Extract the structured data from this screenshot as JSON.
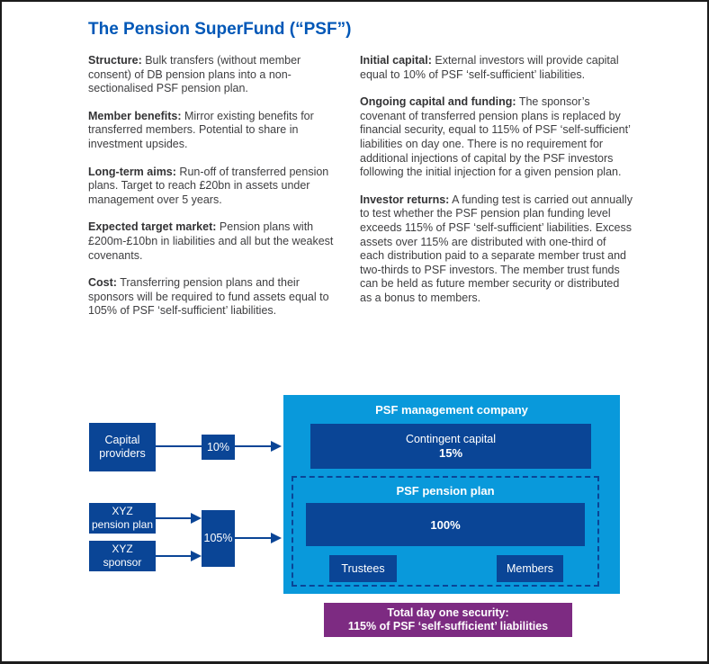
{
  "page": {
    "title": "The Pension SuperFund (“PSF”)"
  },
  "colors": {
    "title_blue": "#0057b7",
    "light_blue": "#0999db",
    "dark_blue": "#0a4596",
    "purple": "#7d2b82",
    "body_text": "#3e3e40"
  },
  "left_column": [
    {
      "label": "Structure:",
      "text": "Bulk transfers (without member consent) of DB pension plans into a non-sectionalised PSF pension plan."
    },
    {
      "label": "Member benefits:",
      "text": "Mirror existing benefits for transferred members. Potential to share in investment upsides."
    },
    {
      "label": "Long-term aims:",
      "text": "Run-off of transferred pension plans. Target to reach £20bn in assets under management over 5 years."
    },
    {
      "label": "Expected target market:",
      "text": "Pension plans with £200m-£10bn in liabilities and all but the weakest covenants."
    },
    {
      "label": "Cost:",
      "text": "Transferring pension plans and their sponsors will be required to fund assets equal to 105% of PSF ‘self-sufficient’ liabilities."
    }
  ],
  "right_column": [
    {
      "label": "Initial capital:",
      "text": "External investors will provide capital equal to 10% of PSF ‘self-sufficient’ liabilities."
    },
    {
      "label": "Ongoing capital and funding:",
      "text": "The sponsor’s covenant of transferred pension plans is replaced by financial security, equal to 115% of PSF ‘self-sufficient’ liabilities on day one. There is no requirement for additional injections of capital by the PSF investors following the initial injection for a given pension plan."
    },
    {
      "label": "Investor returns:",
      "text": "A funding test is carried out annually to test whether the PSF pension plan funding level exceeds 115% of PSF ‘self-sufficient’ liabilities. Excess assets over 115% are distributed with one-third of each distribution paid to a separate member trust and two-thirds to PSF investors. The member trust funds can be held as future member security or distributed as a bonus to members."
    }
  ],
  "diagram": {
    "management_company_label": "PSF management company",
    "contingent_capital_label": "Contingent capital",
    "contingent_capital_value": "15%",
    "pension_plan_label": "PSF pension plan",
    "pension_plan_value": "100%",
    "trustees_label": "Trustees",
    "members_label": "Members",
    "capital_providers_lines": [
      "Capital",
      "providers"
    ],
    "capital_flow_value": "10%",
    "xyz_pension_plan_lines": [
      "XYZ",
      "pension plan"
    ],
    "xyz_sponsor_lines": [
      "XYZ",
      "sponsor"
    ],
    "sponsor_flow_value": "105%",
    "total_security_line1": "Total day one security:",
    "total_security_line2": "115% of PSF ‘self-sufficient’ liabilities"
  }
}
